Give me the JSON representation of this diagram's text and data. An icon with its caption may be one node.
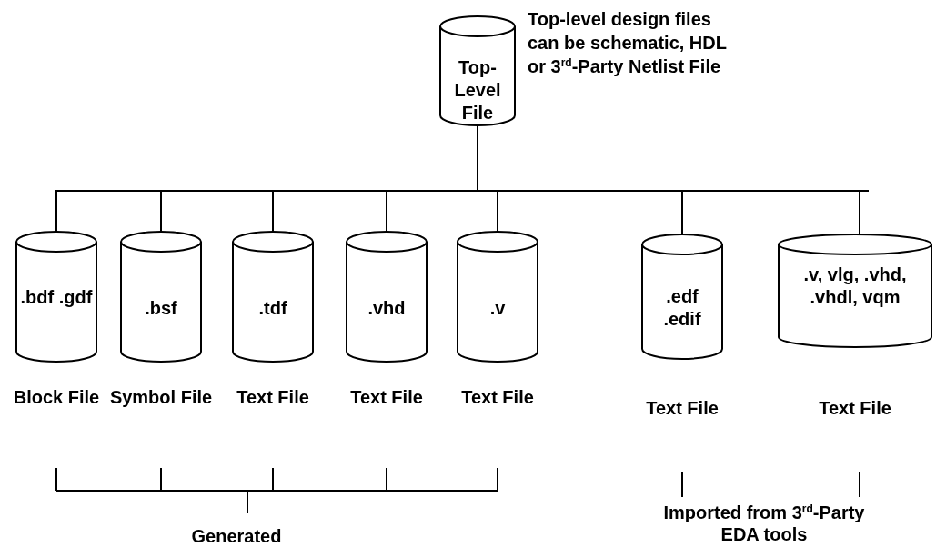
{
  "diagram": {
    "nodes": [
      {
        "text": [
          "Top-Level File"
        ],
        "beside": [
          "Top-level design files can be schematic, HDL or 3$^{rd}$-Party Netlist File"
        ]
      },
      {
        "text": [
          ".bdf .gdf"
        ],
        "beside": [
          "Block File"
        ]
      },
      {
        "text": [
          ".bsf"
        ],
        "beside": [
          "Symbol File"
        ]
      },
      {
        "text": [
          ".tdf"
        ],
        "beside": [
          "Text File"
        ]
      },
      {
        "text": [
          ".vhd"
        ],
        "beside": [
          "Text File"
        ]
      },
      {
        "text": [
          ".v"
        ],
        "beside": [
          "Text File"
        ]
      },
      {
        "text": [
          ".edf .edif"
        ],
        "beside": [
          "Text File"
        ]
      },
      {
        "text": [
          ".v, vlg, .vhd, .vhdl, vqm"
        ],
        "beside": [
          "Text File"
        ]
      }
    ],
    "edges": [
      {
        "from": 0,
        "to": 1,
        "arrow": "none"
      },
      {
        "from": 0,
        "to": 2,
        "arrow": "none"
      },
      {
        "from": 0,
        "to": 3,
        "arrow": "none"
      },
      {
        "from": 0,
        "to": 4,
        "arrow": "none"
      },
      {
        "from": 0,
        "to": 5,
        "arrow": "none"
      },
      {
        "from": 0,
        "to": 6,
        "arrow": "none"
      },
      {
        "from": 0,
        "to": 7,
        "arrow": "none"
      }
    ],
    "labels": [
      "Generated",
      "Imported from 3$^{rd}$-Party EDA tools"
    ]
  }
}
